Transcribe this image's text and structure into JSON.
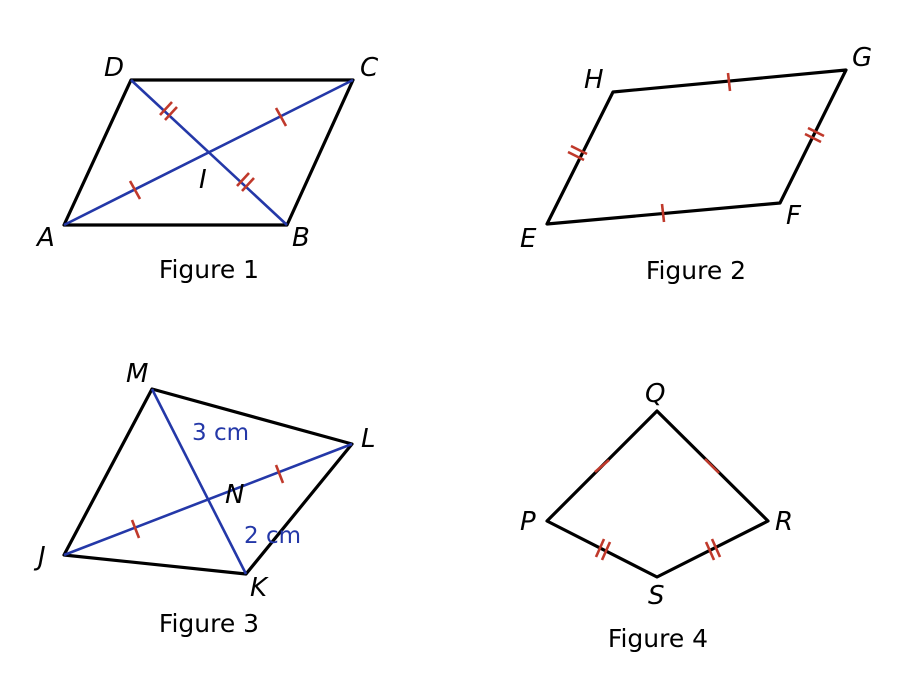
{
  "colors": {
    "edge": "#000000",
    "diagonal": "#2438a8",
    "tick": "#c0392b",
    "measure": "#2438a8"
  },
  "figures": [
    {
      "caption": "Figure 1",
      "vertices": {
        "A": "A",
        "B": "B",
        "C": "C",
        "D": "D",
        "I": "I"
      }
    },
    {
      "caption": "Figure 2",
      "vertices": {
        "E": "E",
        "F": "F",
        "G": "G",
        "H": "H"
      }
    },
    {
      "caption": "Figure 3",
      "vertices": {
        "J": "J",
        "K": "K",
        "L": "L",
        "M": "M",
        "N": "N"
      },
      "measures": {
        "MN": "3 cm",
        "NK": "2 cm"
      }
    },
    {
      "caption": "Figure 4",
      "vertices": {
        "P": "P",
        "Q": "Q",
        "R": "R",
        "S": "S"
      }
    }
  ]
}
